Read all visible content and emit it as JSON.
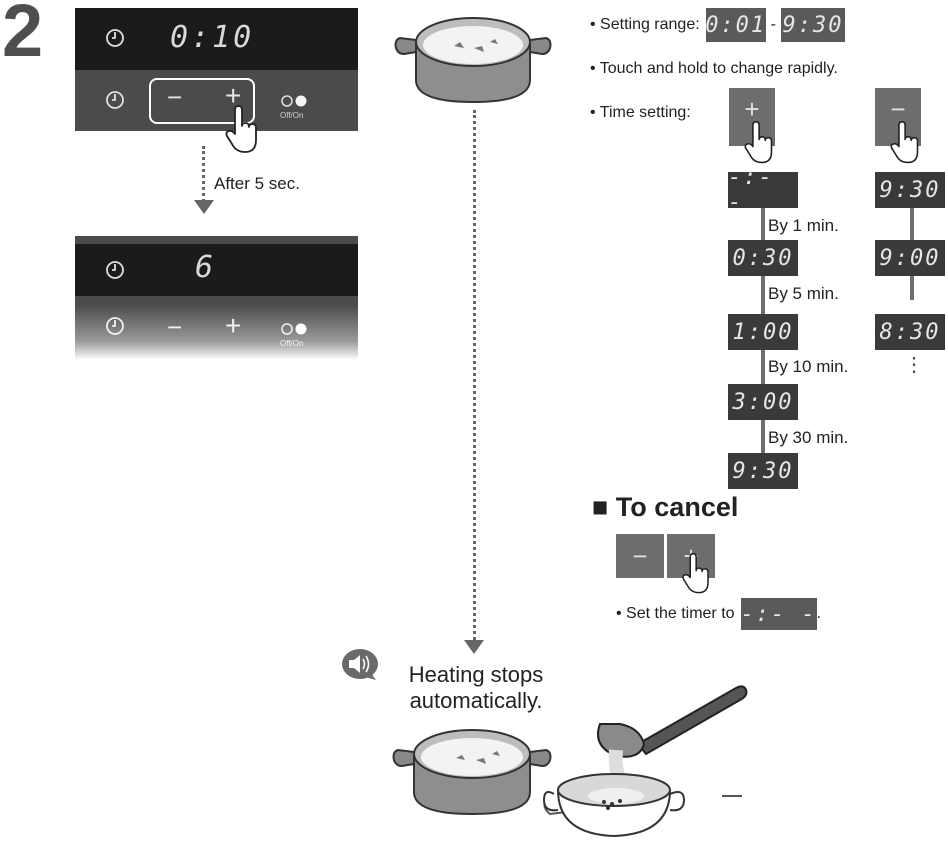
{
  "step": {
    "number": "2"
  },
  "panel_top": {
    "display": "0:10",
    "minus": "−",
    "plus": "+",
    "offon": "Off/On"
  },
  "after_label": "After 5 sec.",
  "panel_bottom": {
    "display": "6",
    "minus": "−",
    "plus": "+",
    "offon": "Off/On"
  },
  "info": {
    "range_label": "• Setting range:",
    "range_from": "0:01",
    "range_sep": "-",
    "range_to": "9:30",
    "hold": "• Touch and hold to change rapidly.",
    "time_setting": "• Time setting:",
    "plus_btn": "+",
    "minus_btn": "−"
  },
  "plus_sequence": [
    {
      "display": "-:- -",
      "step": "By 1 min."
    },
    {
      "display": "0:30",
      "step": "By 5 min."
    },
    {
      "display": "1:00",
      "step": "By 10 min."
    },
    {
      "display": "3:00",
      "step": "By 30 min."
    },
    {
      "display": "9:30",
      "step": ""
    }
  ],
  "minus_sequence": [
    "9:30",
    "9:00",
    "8:30"
  ],
  "more_mark": "⋮",
  "cancel": {
    "title": "■ To cancel",
    "minus": "−",
    "plus": "+",
    "instruction": "• Set the timer to",
    "value": "-:- -",
    "end": "."
  },
  "result": {
    "line1": "Heating stops",
    "line2": "automatically."
  },
  "colors": {
    "panel": "#4b4b4b",
    "display": "#1b1b1b",
    "digit_box": "#3a3a3a",
    "touch_button": "#6d6d6d"
  }
}
